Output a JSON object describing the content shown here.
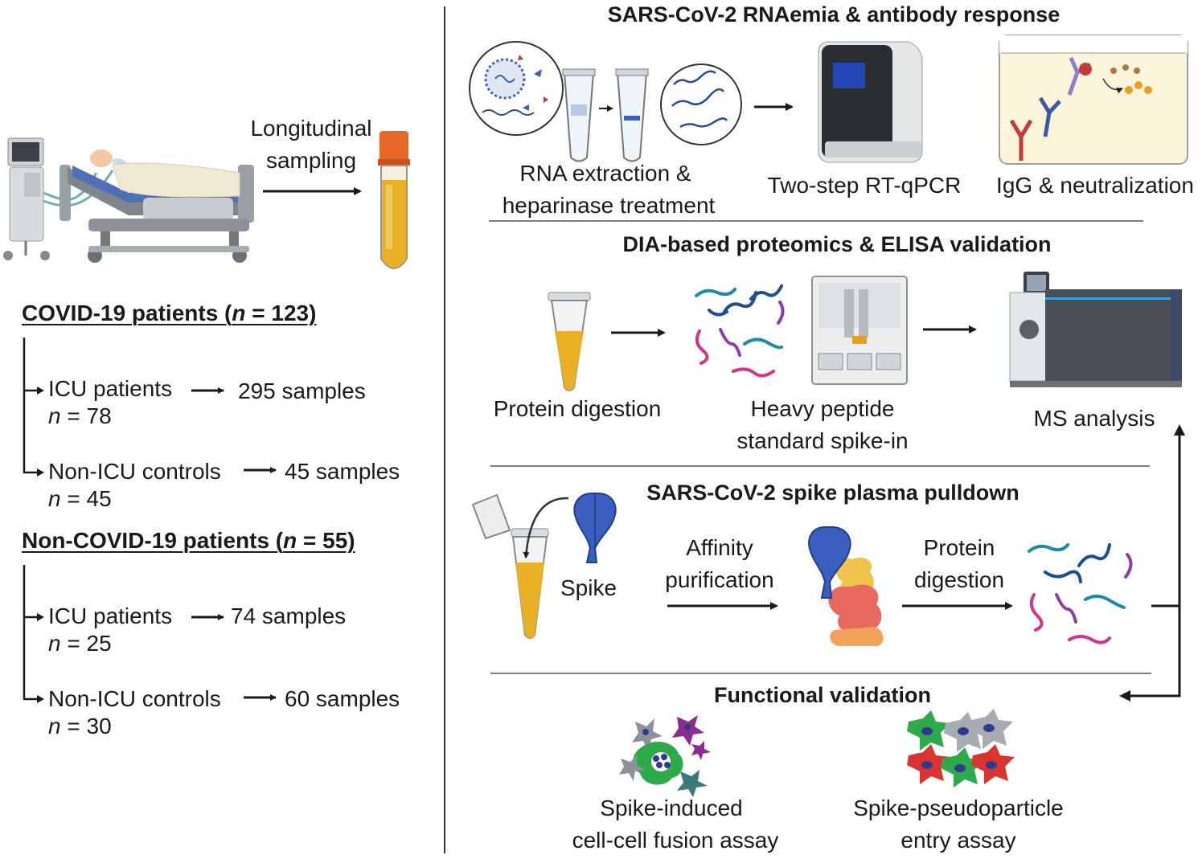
{
  "left": {
    "longitudinal_line1": "Longitudinal",
    "longitudinal_line2": "sampling",
    "covid": {
      "title_pre": "COVID-19 patients (",
      "n_var": "n",
      "title_post": " = 123)",
      "groups": [
        {
          "label": "ICU patients",
          "n_label": "= 78",
          "samples": "295 samples"
        },
        {
          "label": "Non-ICU controls",
          "n_label": "= 45",
          "samples": "45 samples"
        }
      ]
    },
    "noncovid": {
      "title_pre": "Non-COVID-19 patients (",
      "n_var": "n",
      "title_post": " = 55)",
      "groups": [
        {
          "label": "ICU patients",
          "n_label": "= 25",
          "samples": "74 samples"
        },
        {
          "label": "Non-ICU controls",
          "n_label": "= 30",
          "samples": "60 samples"
        }
      ]
    }
  },
  "right": {
    "rnaemia": {
      "title": "SARS-CoV-2 RNAemia & antibody response",
      "step1_line1": "RNA extraction &",
      "step1_line2": "heparinase treatment",
      "step2": "Two-step RT-qPCR",
      "step3": "IgG & neutralization"
    },
    "proteomics": {
      "title": "DIA-based proteomics & ELISA validation",
      "step1": "Protein digestion",
      "step2_line1": "Heavy peptide",
      "step2_line2": "standard spike-in",
      "step3": "MS analysis"
    },
    "pulldown": {
      "title": "SARS-CoV-2 spike plasma pulldown",
      "spike": "Spike",
      "affinity_line1": "Affinity",
      "affinity_line2": "purification",
      "digestion_line1": "Protein",
      "digestion_line2": "digestion"
    },
    "functional": {
      "title": "Functional validation",
      "assay1_line1": "Spike-induced",
      "assay1_line2": "cell-cell fusion assay",
      "assay2_line1": "Spike-pseudoparticle",
      "assay2_line2": "entry assay"
    }
  },
  "colors": {
    "text": "#1a1a1a",
    "plasma": "#e8b025",
    "tube_cap": "#e8682a",
    "spike_blue": "#3b5fc0",
    "peptide_teal": "#1e8aa8",
    "peptide_navy": "#1f4e8c",
    "peptide_purple": "#8a3fa8",
    "peptide_magenta": "#d0358a",
    "ms_body": "#4a4f57"
  },
  "icons": [
    "ventilator-icon",
    "hospital-bed-icon",
    "patient-icon",
    "blood-tube-icon",
    "virus-icon",
    "spin-column-icon",
    "rna-strand-icon",
    "qpcr-machine-icon",
    "antibody-well-icon",
    "microtube-icon",
    "peptides-icon",
    "liquid-handler-icon",
    "mass-spectrometer-icon",
    "spike-protein-icon",
    "pulldown-complex-icon",
    "cell-fusion-icon",
    "pseudoparticle-cells-icon"
  ]
}
